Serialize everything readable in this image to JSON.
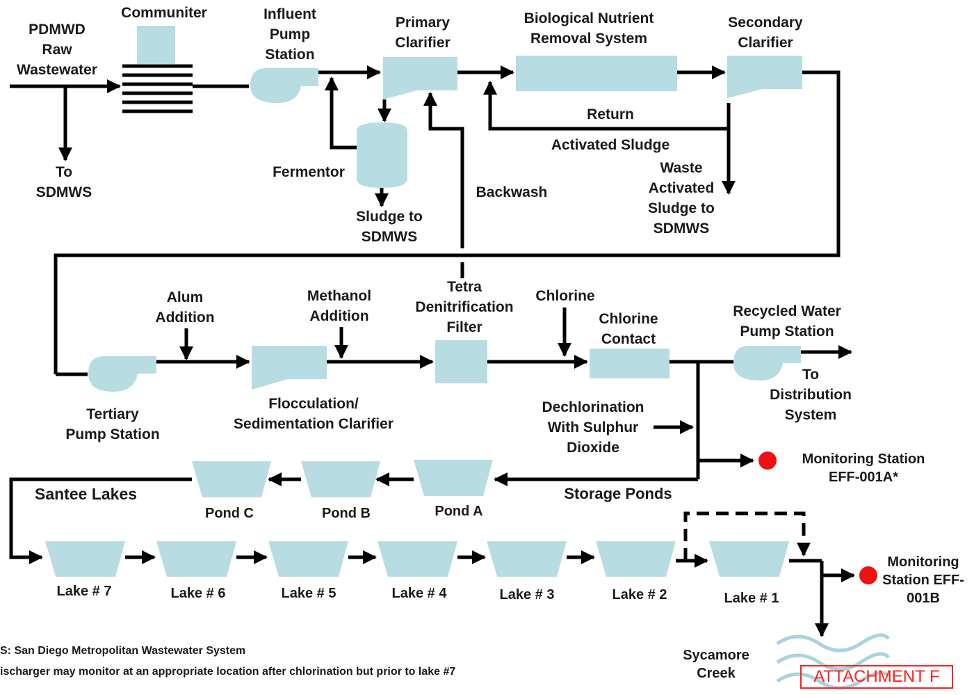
{
  "colors": {
    "unit_fill": "#b7dde2",
    "line": "#000000",
    "monitor": "#ee1111",
    "attachment": "#ff2020",
    "creek": "#a8d4dc"
  },
  "labels": {
    "pdmwd": [
      "PDMWD",
      "Raw",
      "Wastewater"
    ],
    "communiter": "Communiter",
    "influent": [
      "Influent",
      "Pump",
      "Station"
    ],
    "primary": [
      "Primary",
      "Clarifier"
    ],
    "bnr": [
      "Biological Nutrient",
      "Removal System"
    ],
    "secondary": [
      "Secondary",
      "Clarifier"
    ],
    "to_sdmws": [
      "To",
      "SDMWS"
    ],
    "fermentor": "Fermentor",
    "sludge": [
      "Sludge to",
      "SDMWS"
    ],
    "backwash": "Backwash",
    "return": "Return",
    "activated_sludge": "Activated Sludge",
    "waste": [
      "Waste",
      "Activated",
      "Sludge to",
      "SDMWS"
    ],
    "alum": [
      "Alum",
      "Addition"
    ],
    "methanol": [
      "Methanol",
      "Addition"
    ],
    "tetra": [
      "Tetra",
      "Denitrification",
      "Filter"
    ],
    "chlorine": "Chlorine",
    "chlorine_contact": [
      "Chlorine",
      "Contact"
    ],
    "recycled": [
      "Recycled Water",
      "Pump Station"
    ],
    "to_distribution": [
      "To",
      "Distribution",
      "System"
    ],
    "tertiary": [
      "Tertiary",
      "Pump Station"
    ],
    "flocculation": [
      "Flocculation/",
      "Sedimentation Clarifier"
    ],
    "dechlorination": [
      "Dechlorination",
      "With Sulphur",
      "Dioxide"
    ],
    "monitoring_a": [
      "Monitoring Station",
      "EFF-001A*"
    ],
    "santee": "Santee Lakes",
    "pond_c": "Pond C",
    "pond_b": "Pond B",
    "pond_a": "Pond A",
    "storage_ponds": "Storage Ponds",
    "lake7": "Lake # 7",
    "lake6": "Lake # 6",
    "lake5": "Lake # 5",
    "lake4": "Lake # 4",
    "lake3": "Lake # 3",
    "lake2": "Lake # 2",
    "lake1": "Lake # 1",
    "monitoring_b": [
      "Monitoring",
      "Station EFF-",
      "001B"
    ],
    "sycamore": [
      "Sycamore",
      "Creek"
    ],
    "note1": "S: San Diego Metropolitan Wastewater System",
    "note2": "ischarger may monitor at an appropriate location after chlorination but prior to lake #7",
    "attachment": "ATTACHMENT F"
  }
}
